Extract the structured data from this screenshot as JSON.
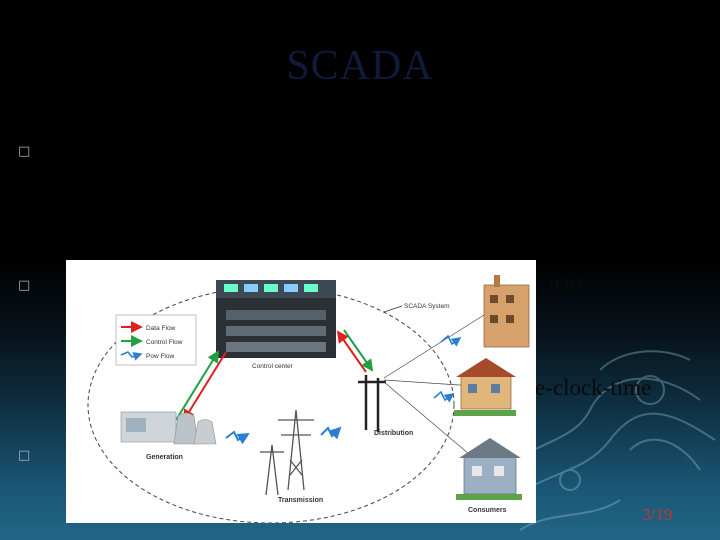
{
  "slide": {
    "title": "SCADA",
    "page_number": "3/19",
    "bullet_glyph": "□",
    "text_fragments": {
      "frag1": "part",
      "frag2": "e-clock-time"
    }
  },
  "diagram": {
    "legend": {
      "data_flow": "Data Flow",
      "control_flow": "Control Flow",
      "power_flow": "Pow Flow"
    },
    "labels": {
      "scada_system": "SCADA System",
      "control_center": "Control center",
      "distribution": "Distribution",
      "generation": "Generation",
      "transmission": "Transmission",
      "consumers": "Consumers"
    },
    "colors": {
      "data_flow": "#e02020",
      "control_flow": "#20a040",
      "power_flow": "#2a7fd0"
    }
  }
}
